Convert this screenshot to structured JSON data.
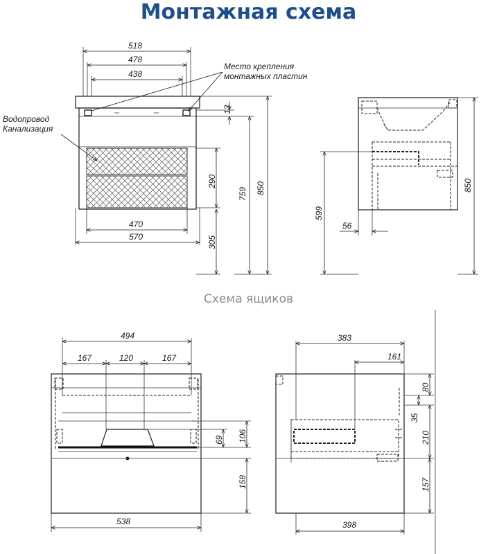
{
  "title": "Монтажная схема",
  "subtitle": "Схема ящиков",
  "labels": {
    "mount_place_line1": "Место крепления",
    "mount_place_line2": "монтажных пластин",
    "plumbing_line1": "Водопровод",
    "plumbing_line2": "Канализация"
  },
  "front_view_dims": {
    "d518": "518",
    "d478": "478",
    "d438": "438",
    "d13": "13",
    "d290": "290",
    "d759": "759",
    "d850": "850",
    "d470": "470",
    "d570": "570",
    "d305": "305"
  },
  "side_view_dims": {
    "d850": "850",
    "d599": "599",
    "d56": "56"
  },
  "drawer_front_dims": {
    "d494": "494",
    "d167a": "167",
    "d120": "120",
    "d167b": "167",
    "d106": "106",
    "d69": "69",
    "d158": "158",
    "d538": "538"
  },
  "drawer_side_dims": {
    "d383": "383",
    "d161": "161",
    "d80": "80",
    "d35": "35",
    "d210": "210",
    "d157": "157",
    "d398": "398"
  }
}
